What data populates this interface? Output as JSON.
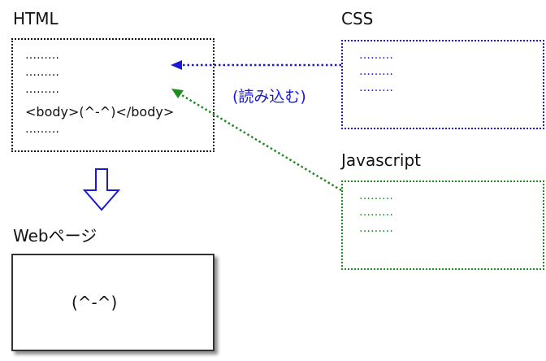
{
  "html_section": {
    "title": "HTML",
    "lines": [
      "………",
      "………",
      "………",
      "<body>(^-^)</body>",
      "………"
    ],
    "border_color": "#111111"
  },
  "css_section": {
    "title": "CSS",
    "lines": [
      "………",
      "………",
      "………"
    ],
    "border_color": "#1a1ad6"
  },
  "js_section": {
    "title": "Javascript",
    "lines": [
      "………",
      "………",
      "………"
    ],
    "border_color": "#1f8a1f"
  },
  "load_label": "(読み込む)",
  "webpage_section": {
    "title": "Webページ",
    "content": "(^-^)"
  },
  "colors": {
    "css_arrow": "#1a1ad6",
    "js_arrow": "#1f8a1f",
    "down_arrow": "#1a1ad6"
  }
}
